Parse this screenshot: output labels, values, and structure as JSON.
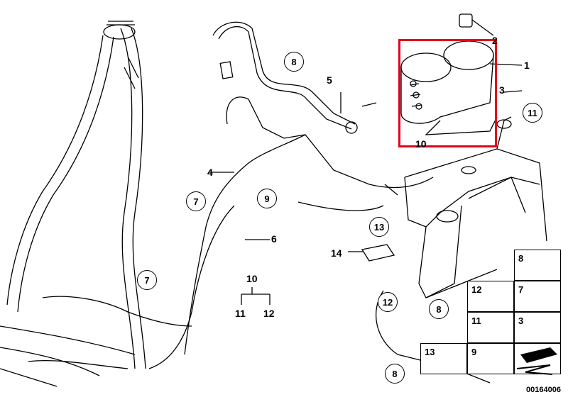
{
  "doc_id": "00164006",
  "callouts": {
    "c8a": "8",
    "c7a": "7",
    "c9a": "9",
    "c7b": "7",
    "c13a": "13",
    "c12a": "12",
    "c8b": "8",
    "c11a": "11",
    "c8c": "8"
  },
  "labels": {
    "l1": "1",
    "l2": "2",
    "l3": "3",
    "l4": "4",
    "l5": "5",
    "l6": "6",
    "l10a": "10",
    "l10b": "10",
    "l11": "11",
    "l12": "12",
    "l14": "14"
  },
  "parts_table": {
    "p8": "8",
    "p12": "12",
    "p7": "7",
    "p11": "11",
    "p3": "3",
    "p13": "13",
    "p9": "9"
  },
  "highlight_color": "#e3001b",
  "icons": [
    "highlight-box",
    "fuel-vapor-canister",
    "fuel-filler-neck",
    "canister-bracket",
    "fastener-icons"
  ]
}
